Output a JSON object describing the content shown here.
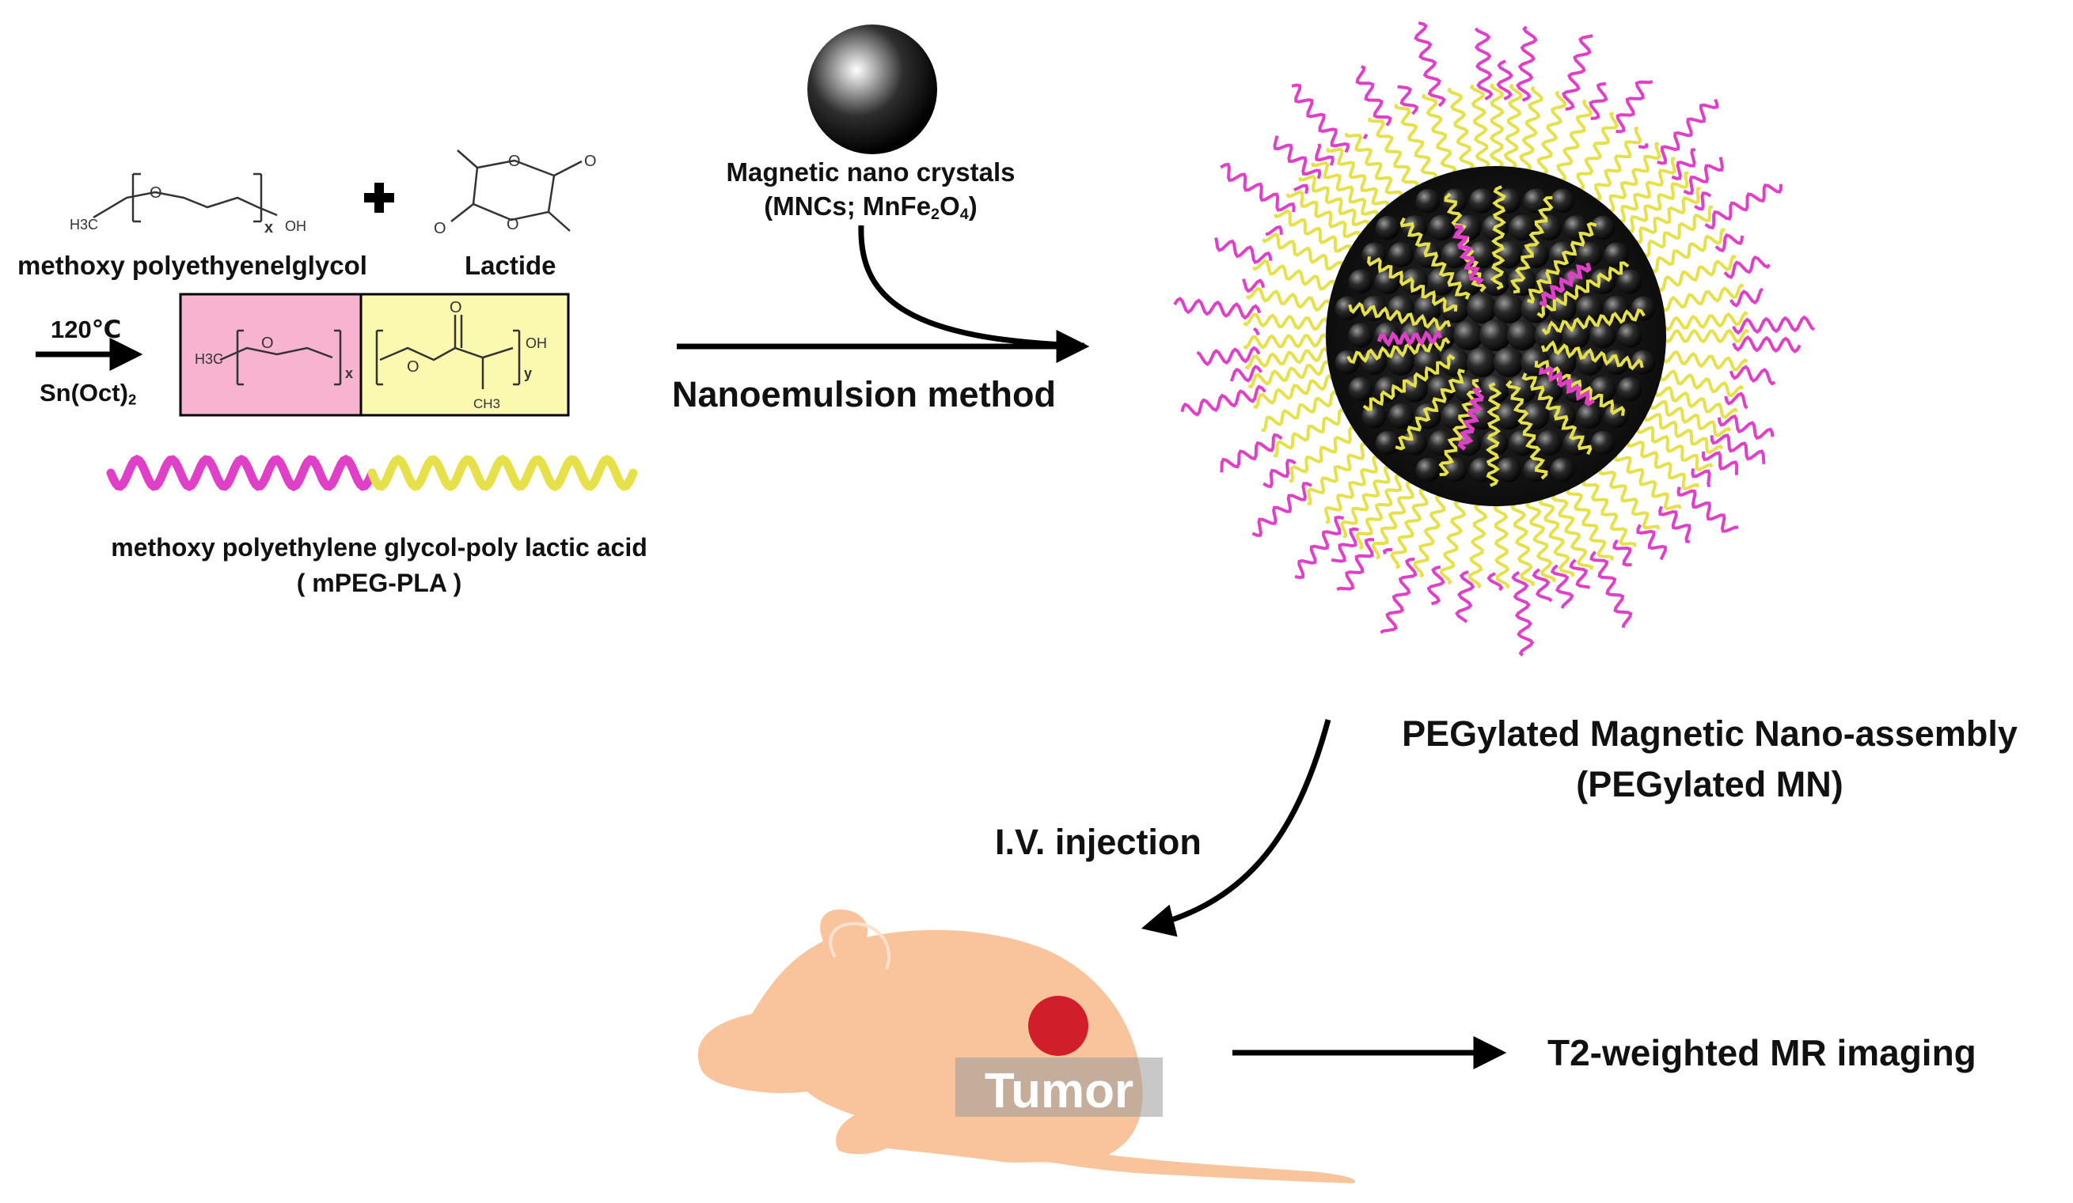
{
  "reactant1": {
    "name": "methoxy polyethyenelglycol",
    "h3c": "H3C",
    "o": "O",
    "x": "x",
    "oh": "OH"
  },
  "plus": "+",
  "reactant2": {
    "name": "Lactide",
    "o": "O"
  },
  "conditions": {
    "temp": "120℃",
    "catalyst_main": "Sn(Oct)",
    "catalyst_sub": "2"
  },
  "copolymer": {
    "h3c": "H3C",
    "o": "O",
    "x": "x",
    "y": "y",
    "oh": "OH",
    "ch3": "CH3",
    "name": "methoxy polyethylene glycol-poly lactic acid",
    "abbr": "( mPEG-PLA  )",
    "peg_color": "#f7b3cf",
    "pla_color": "#fbf8b0"
  },
  "mnc": {
    "line1": "Magnetic nano crystals",
    "line2_prefix": "(MNCs; MnFe",
    "sub1": "2",
    "mid": "O",
    "sub2": "4",
    "line2_suffix": ")"
  },
  "method": "Nanoemulsion method",
  "assembly": {
    "line1": "PEGylated  Magnetic Nano-assembly",
    "line2": "(PEGylated MN)",
    "peg_color": "#e040c8",
    "pla_color": "#e6e14a",
    "core_color": "#2a2a2a"
  },
  "injection": "I.V. injection",
  "mouse": {
    "tumor_label": "Tumor",
    "body_color": "#f9c49b",
    "tumor_color": "#d01f2a"
  },
  "imaging": "T2-weighted MR imaging"
}
